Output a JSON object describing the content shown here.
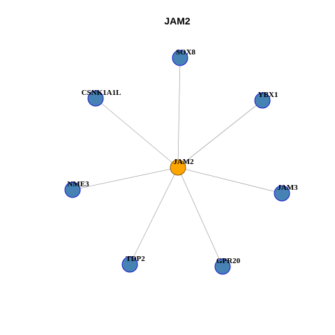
{
  "title": "JAM2",
  "colors": {
    "center_fill": "#FFA500",
    "center_stroke": "#8B5A00",
    "node_fill": "#4682B4",
    "node_stroke": "#1a1acd",
    "edge": "#aaaaaa"
  },
  "network": {
    "center": {
      "id": "JAM2",
      "label": "JAM2"
    },
    "nodes": [
      {
        "id": "SOX8",
        "label": "SOX8"
      },
      {
        "id": "YBX1",
        "label": "YBX1"
      },
      {
        "id": "CSNK1A1L",
        "label": "CSNK1A1L"
      },
      {
        "id": "NME3",
        "label": "NME3"
      },
      {
        "id": "JAM3",
        "label": "JAM3"
      },
      {
        "id": "TDP2",
        "label": "TDP2"
      },
      {
        "id": "GPR20",
        "label": "GPR20"
      }
    ],
    "edges": [
      [
        "JAM2",
        "SOX8"
      ],
      [
        "JAM2",
        "YBX1"
      ],
      [
        "JAM2",
        "CSNK1A1L"
      ],
      [
        "JAM2",
        "NME3"
      ],
      [
        "JAM2",
        "JAM3"
      ],
      [
        "JAM2",
        "TDP2"
      ],
      [
        "JAM2",
        "GPR20"
      ]
    ]
  }
}
